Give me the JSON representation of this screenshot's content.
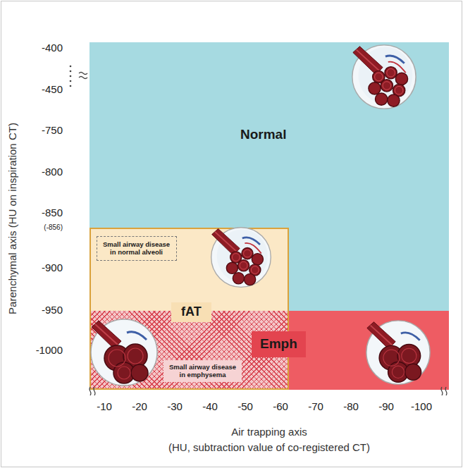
{
  "diagram": {
    "nodes": [
      {
        "text": [
          "Normal"
        ]
      },
      {
        "text": [
          "Emph"
        ],
        "in": 0
      },
      {
        "text": [
          "fAT"
        ],
        "in": 0
      },
      {
        "text": [
          "Small airway disease in normal alveoli"
        ],
        "in": 2
      },
      {
        "text": [
          "Small airway disease in emphysema"
        ],
        "in": 2
      }
    ],
    "labels": [
      "Parenchymal axis (HU on inspiration CT)",
      "-400",
      "-450",
      "-750",
      "-800",
      "-850",
      "(-856)",
      "-900",
      "-950",
      "-1000",
      "-10",
      "-20",
      "-30",
      "-40",
      "-50",
      "-60",
      "-70",
      "-80",
      "-90",
      "-100",
      "Air trapping axis (HU, subtraction value of co-registered CT)"
    ]
  }
}
